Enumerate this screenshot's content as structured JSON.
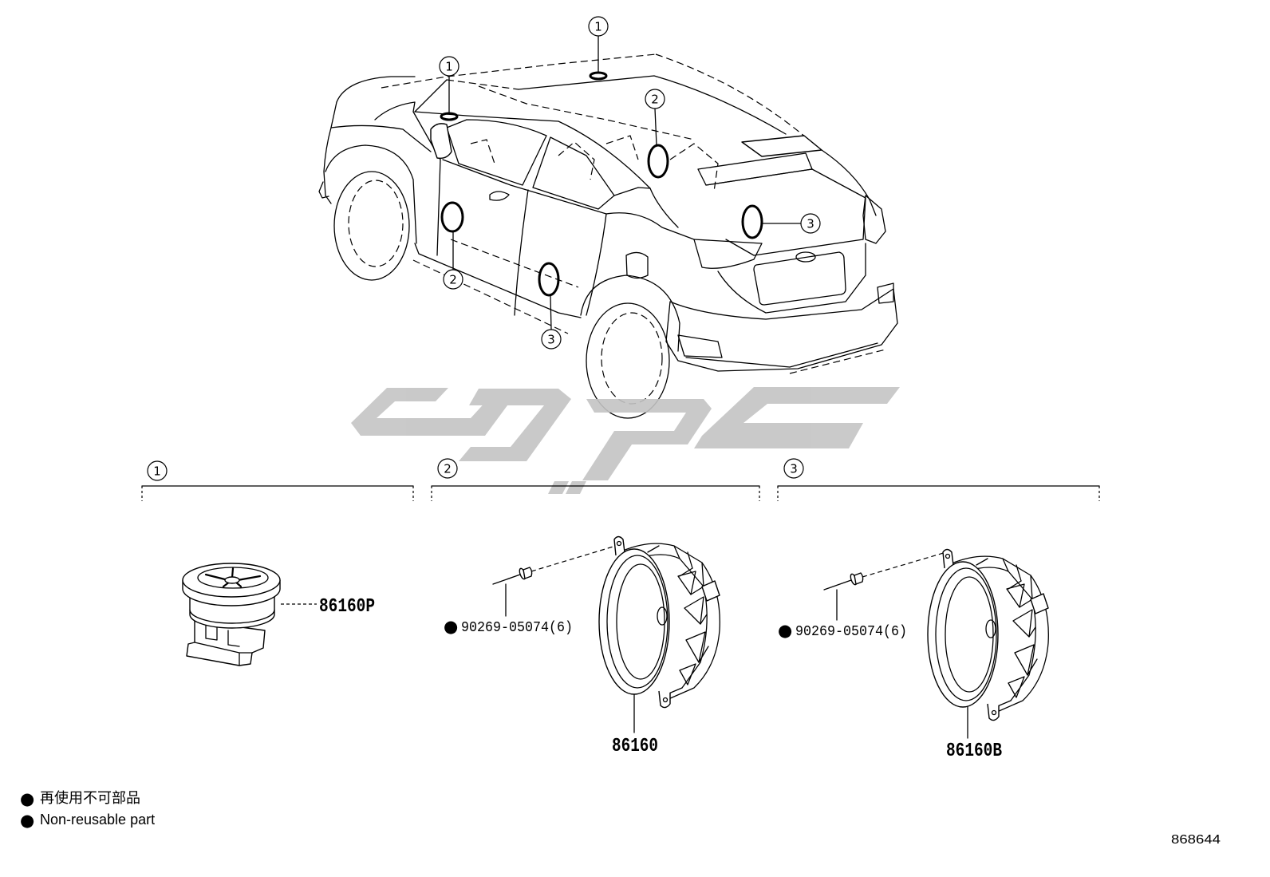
{
  "vehicle_callouts": [
    {
      "label": "1"
    },
    {
      "label": "1"
    },
    {
      "label": "2"
    },
    {
      "label": "2"
    },
    {
      "label": "3"
    },
    {
      "label": "3"
    }
  ],
  "groups": [
    {
      "marker": "1",
      "parts": [
        {
          "part_number": "86160P"
        }
      ]
    },
    {
      "marker": "2",
      "fastener": {
        "symbol": "●",
        "part_number": "90269-05074(6)"
      },
      "parts": [
        {
          "part_number": "86160"
        }
      ]
    },
    {
      "marker": "3",
      "fastener": {
        "symbol": "●",
        "part_number": "90269-05074(6)"
      },
      "parts": [
        {
          "part_number": "86160B"
        }
      ]
    }
  ],
  "legend": [
    {
      "symbol": "●",
      "text": "再使用不可部品"
    },
    {
      "symbol": "●",
      "text": "Non-reusable part"
    }
  ],
  "illustration_number": "868644",
  "colors": {
    "line": "#000000",
    "watermark": "#c4c4c4",
    "background": "#ffffff"
  }
}
